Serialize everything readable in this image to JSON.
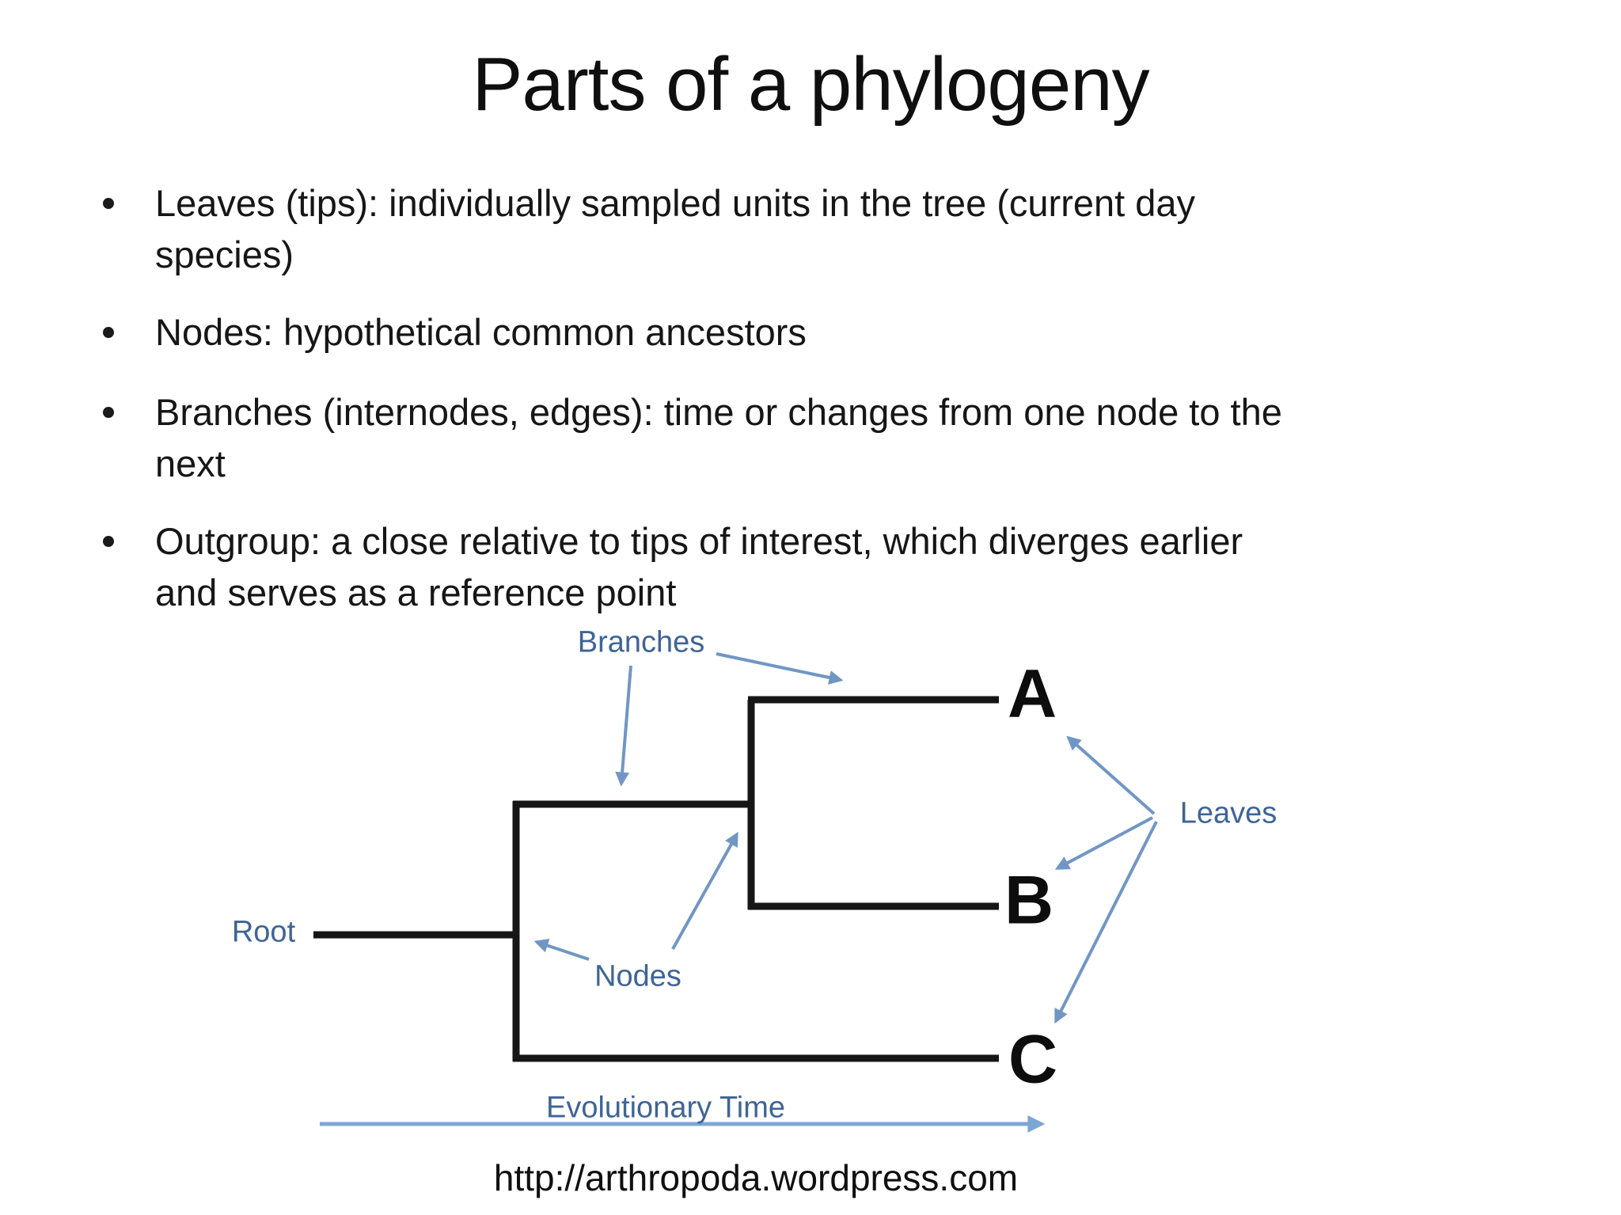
{
  "slide": {
    "title": "Parts of a phylogeny",
    "bullets": [
      {
        "lines": [
          "Leaves (tips): individually sampled units in the tree (current day",
          "species)"
        ]
      },
      {
        "lines": [
          "Nodes: hypothetical common ancestors"
        ]
      },
      {
        "lines": [
          "Branches (internodes, edges): time or changes from one node to the",
          "next"
        ]
      },
      {
        "lines": [
          "Outgroup: a close relative to tips of interest, which diverges earlier",
          "and serves as a reference point"
        ]
      }
    ],
    "footer_url": "http://arthropoda.wordpress.com"
  },
  "diagram": {
    "type": "phylogenetic-tree",
    "labels": {
      "branches": "Branches",
      "root": "Root",
      "nodes": "Nodes",
      "leaves": "Leaves",
      "evolutionary_time": "Evolutionary Time"
    },
    "tips": [
      "A",
      "B",
      "C"
    ],
    "topology": "((A,B),C) rooted, outgroup C diverges first",
    "colors": {
      "background": "#ffffff",
      "body_text": "#161616",
      "tree_line": "#161616",
      "annotation_text": "#3f6496",
      "annotation_arrow": "#7096c4",
      "timeline_arrow": "#7ea6d3"
    }
  }
}
